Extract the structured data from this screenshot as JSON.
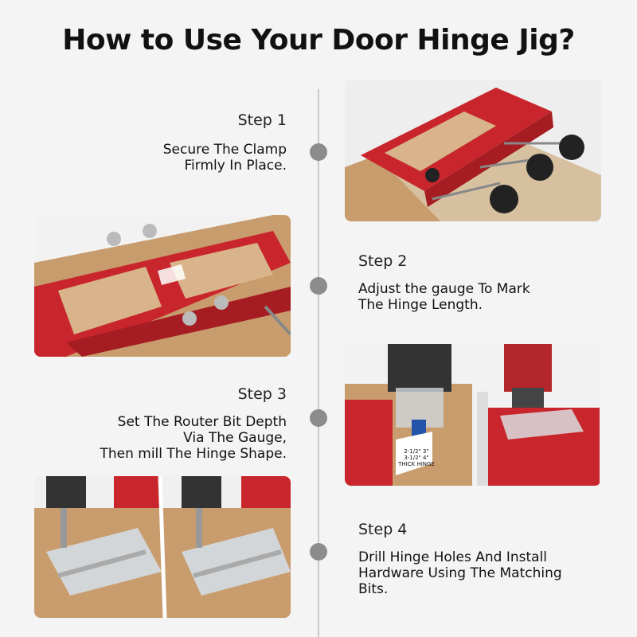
{
  "title": "How to Use Your Door Hinge Jig?",
  "steps": [
    {
      "label": "Step 1",
      "description_lines": [
        "Secure The Clamp",
        "Firmly In Place."
      ]
    },
    {
      "label": "Step 2",
      "description_lines": [
        "Adjust the gauge To Mark",
        "The Hinge Length."
      ]
    },
    {
      "label": "Step 3",
      "description_lines": [
        "Set The Router Bit Depth",
        "Via The Gauge,",
        "Then mill The Hinge Shape."
      ]
    },
    {
      "label": "Step 4",
      "description_lines": [
        "Drill Hinge Holes And Install",
        "Hardware Using The Matching",
        "Bits."
      ]
    }
  ],
  "jig_markings": {
    "gauge_top": "2-1/2\" 3\"",
    "gauge_bottom": "3-1/2\" 4\"",
    "gauge_caption": "THICK HINGE"
  },
  "colors": {
    "jig_red": "#c8262c",
    "wood": "#c89c6c",
    "timeline": "#c9c9c9",
    "dot": "#8c8c8c"
  }
}
